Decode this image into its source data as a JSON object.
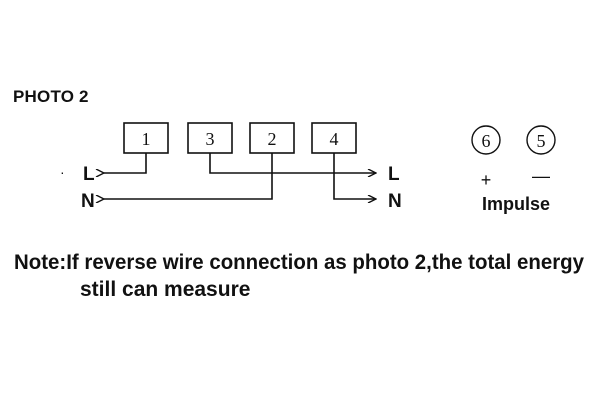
{
  "title": "PHOTO 2",
  "terminals": [
    "1",
    "3",
    "2",
    "4"
  ],
  "left_labels": {
    "live": "L",
    "neutral": "N"
  },
  "right_labels": {
    "live": "L",
    "neutral": "N"
  },
  "pulse": {
    "terminals": [
      "6",
      "5"
    ],
    "signs": [
      "+",
      "—"
    ],
    "label": "Impulse"
  },
  "note": {
    "line1": "Note:If reverse wire connection as photo 2,the total energy",
    "line2": "still can measure"
  },
  "stray_mark": "·"
}
